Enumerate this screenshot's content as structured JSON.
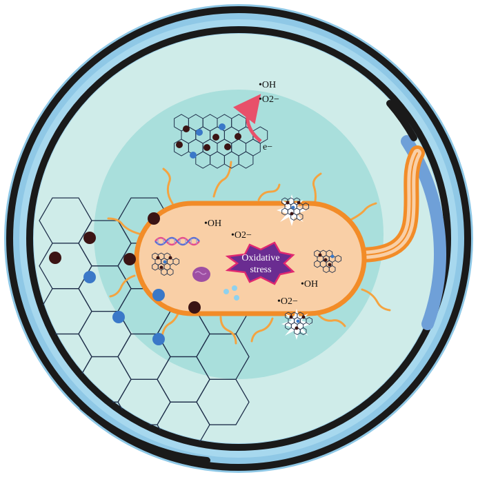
{
  "labels": {
    "outside_oh": "•OH",
    "outside_o2": "•O2−",
    "electron": "e−",
    "inside_oh_top": "•OH",
    "inside_o2_top": "•O2−",
    "inside_oh_bottom": "•OH",
    "inside_o2_bottom": "•O2−",
    "stress_line1": "Oxidative",
    "stress_line2": "stress"
  },
  "colors": {
    "dish_outer_ring": "#8fc8e6",
    "dish_inner_ring": "#a7d8ee",
    "dish_edge_dark": "#1a1a1a",
    "dish_background": "#cfece9",
    "medium_inner": "#a9dfdc",
    "bacterium_fill": "#f9cfa6",
    "bacterium_outline": "#f28c28",
    "flagella": "#f4a340",
    "stress_badge": "#6a2c91",
    "stress_badge_edge": "#e02870",
    "dna_pink": "#e64c8c",
    "dna_blue": "#5b6fd4",
    "organelle": "#9e4fa3",
    "droplets": "#8fd1ee",
    "graphene_line": "#1f2f4a",
    "dot_brown": "#3b1414",
    "dot_blue": "#3a78c8",
    "electron_arrow": "#e8506a"
  },
  "icons": [
    "petri-dish-icon",
    "graphene-sheet-icon",
    "bacterium-icon",
    "dna-helix-icon",
    "organelle-icon",
    "droplets-icon",
    "oxidative-stress-badge-icon",
    "electron-arrow-icon",
    "spark-icon"
  ]
}
